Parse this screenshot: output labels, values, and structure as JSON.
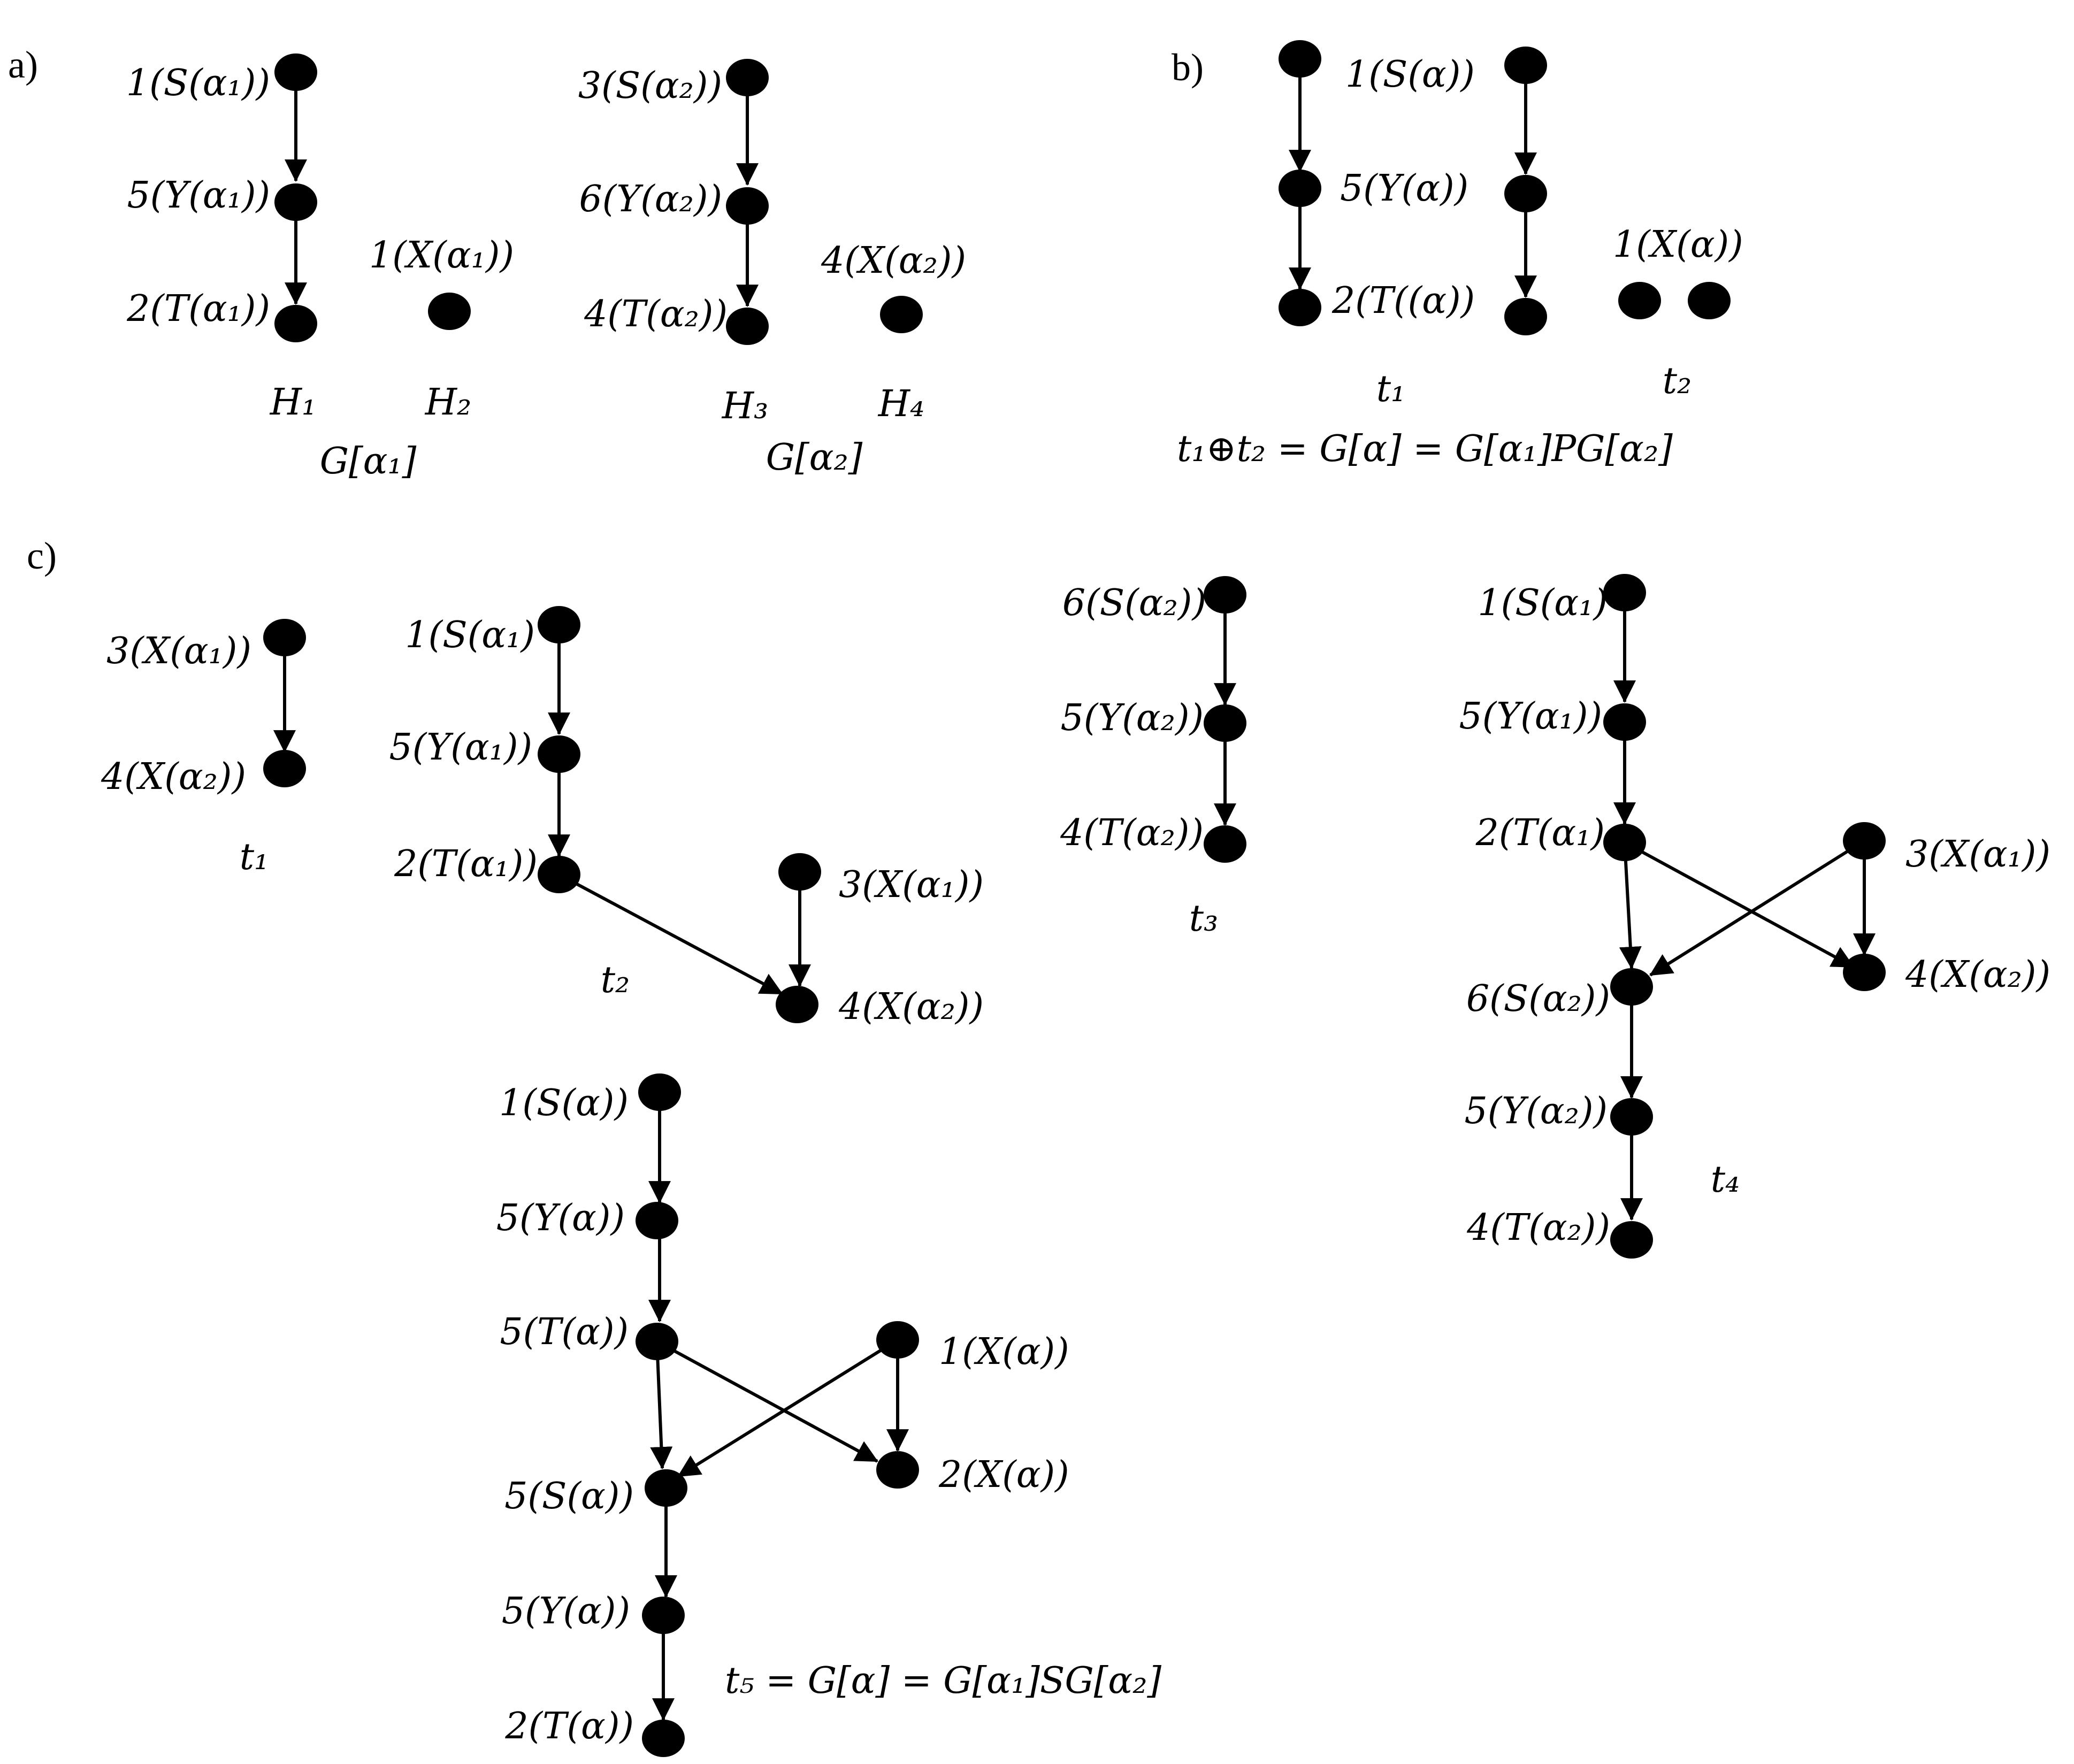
{
  "panels": {
    "a": "a)",
    "b": "b)",
    "c": "c)"
  },
  "part_a": {
    "nodes": {
      "s1": "1(S(α₁))",
      "y1": "5(Y(α₁))",
      "t1": "2(T(α₁))",
      "x1": "1(X(α₁))",
      "s2": "3(S(α₂))",
      "y2": "6(Y(α₂))",
      "t2": "4(T(α₂))",
      "x2": "4(X(α₂))"
    },
    "labels": {
      "H1": "H₁",
      "H2": "H₂",
      "H3": "H₃",
      "H4": "H₄",
      "G1": "G[α₁]",
      "G2": "G[α₂]"
    }
  },
  "part_b": {
    "nodes": {
      "s": "1(S(α))",
      "y": "5(Y(α))",
      "t": "2(T((α))",
      "x": "1(X(α))"
    },
    "labels": {
      "t1": "t₁",
      "t2": "t₂",
      "eq": "t₁⊕t₂ = G[α] =  G[α₁]PG[α₂]"
    }
  },
  "part_c": {
    "t1": {
      "x1": "3(X(α₁))",
      "x2": "4(X(α₂))",
      "name": "t₁"
    },
    "t2": {
      "s1": "1(S(α₁)",
      "y1": "5(Y(α₁))",
      "t1": "2(T(α₁))",
      "x1": "3(X(α₁))",
      "x2": "4(X(α₂))",
      "name": "t₂"
    },
    "t3": {
      "s2": "6(S(α₂))",
      "y2": "5(Y(α₂))",
      "t2": "4(T(α₂))",
      "name": "t₃"
    },
    "t4": {
      "s1": "1(S(α₁)",
      "y1": "5(Y(α₁))",
      "t1": "2(T(α₁)",
      "x1": "3(X(α₁))",
      "s2": "6(S(α₂))",
      "x2": "4(X(α₂))",
      "y2": "5(Y(α₂))",
      "t2": "4(T(α₂))",
      "name": "t₄"
    },
    "t5": {
      "s": "1(S(α))",
      "y": "5(Y(α))",
      "t": "5(T(α))",
      "x": "1(X(α))",
      "s2": "5(S(α))",
      "x2": "2(X(α))",
      "y2": "5(Y(α))",
      "t2": "2(T(α))",
      "eq": "t₅ = G[α] =  G[α₁]SG[α₂]"
    }
  }
}
